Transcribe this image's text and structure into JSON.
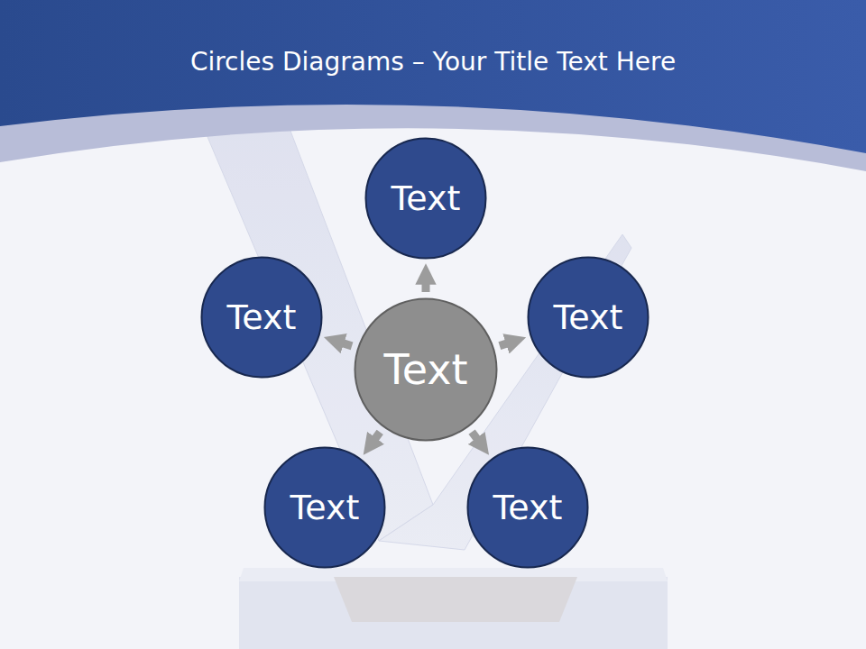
{
  "diagram": {
    "title": "Circles Diagrams – Your Title Text Here",
    "nodes": [
      {
        "text": [
          "Text"
        ]
      },
      {
        "text": [
          "Text"
        ]
      },
      {
        "text": [
          "Text"
        ]
      },
      {
        "text": [
          "Text"
        ]
      },
      {
        "text": [
          "Text"
        ]
      },
      {
        "text": [
          "Text"
        ]
      }
    ],
    "edges": [
      {
        "from": 3,
        "to": 0,
        "arrow": "to"
      },
      {
        "from": 3,
        "to": 1,
        "arrow": "to"
      },
      {
        "from": 3,
        "to": 2,
        "arrow": "to"
      },
      {
        "from": 3,
        "to": 4,
        "arrow": "to"
      },
      {
        "from": 3,
        "to": 5,
        "arrow": "to"
      }
    ]
  }
}
